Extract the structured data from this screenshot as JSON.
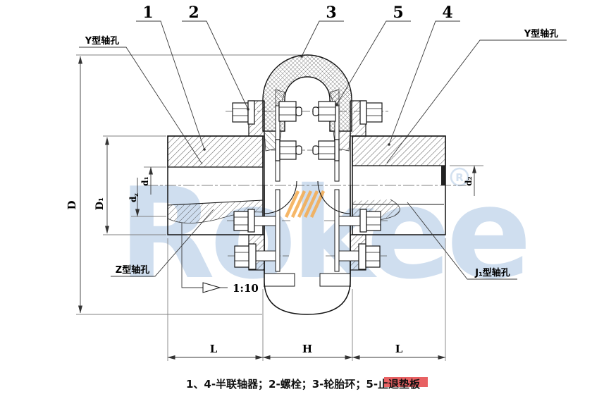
{
  "callouts": {
    "c1": "1",
    "c2": "2",
    "c3": "3",
    "c5": "5",
    "c4": "4"
  },
  "hole_labels": {
    "y_left": "Y型轴孔",
    "y_right": "Y型轴孔",
    "z_left": "Z型轴孔",
    "j1_right": "J₁型轴孔"
  },
  "dims": {
    "D": "D",
    "D1": "D₁",
    "d1": "d₁",
    "dz_base": "d",
    "dz_sub": "z",
    "d2": "d₂",
    "L_left": "L",
    "H": "H",
    "L_right": "L",
    "taper": "1:10"
  },
  "caption": {
    "text": "1、4-半联轴器；2-螺栓；3-轮胎环；5-止退垫板"
  },
  "watermark": {
    "brand": "Rokee",
    "registered": "R",
    "brand_color": "#cfdeef",
    "accent_color": "#f5ab4e",
    "stamp_color": "#e23a3c"
  },
  "colors": {
    "outline": "#141414",
    "hatch": "#4a4a4a",
    "dimension": "#3a3a3a",
    "extension": "#808080",
    "background": "#ffffff"
  }
}
